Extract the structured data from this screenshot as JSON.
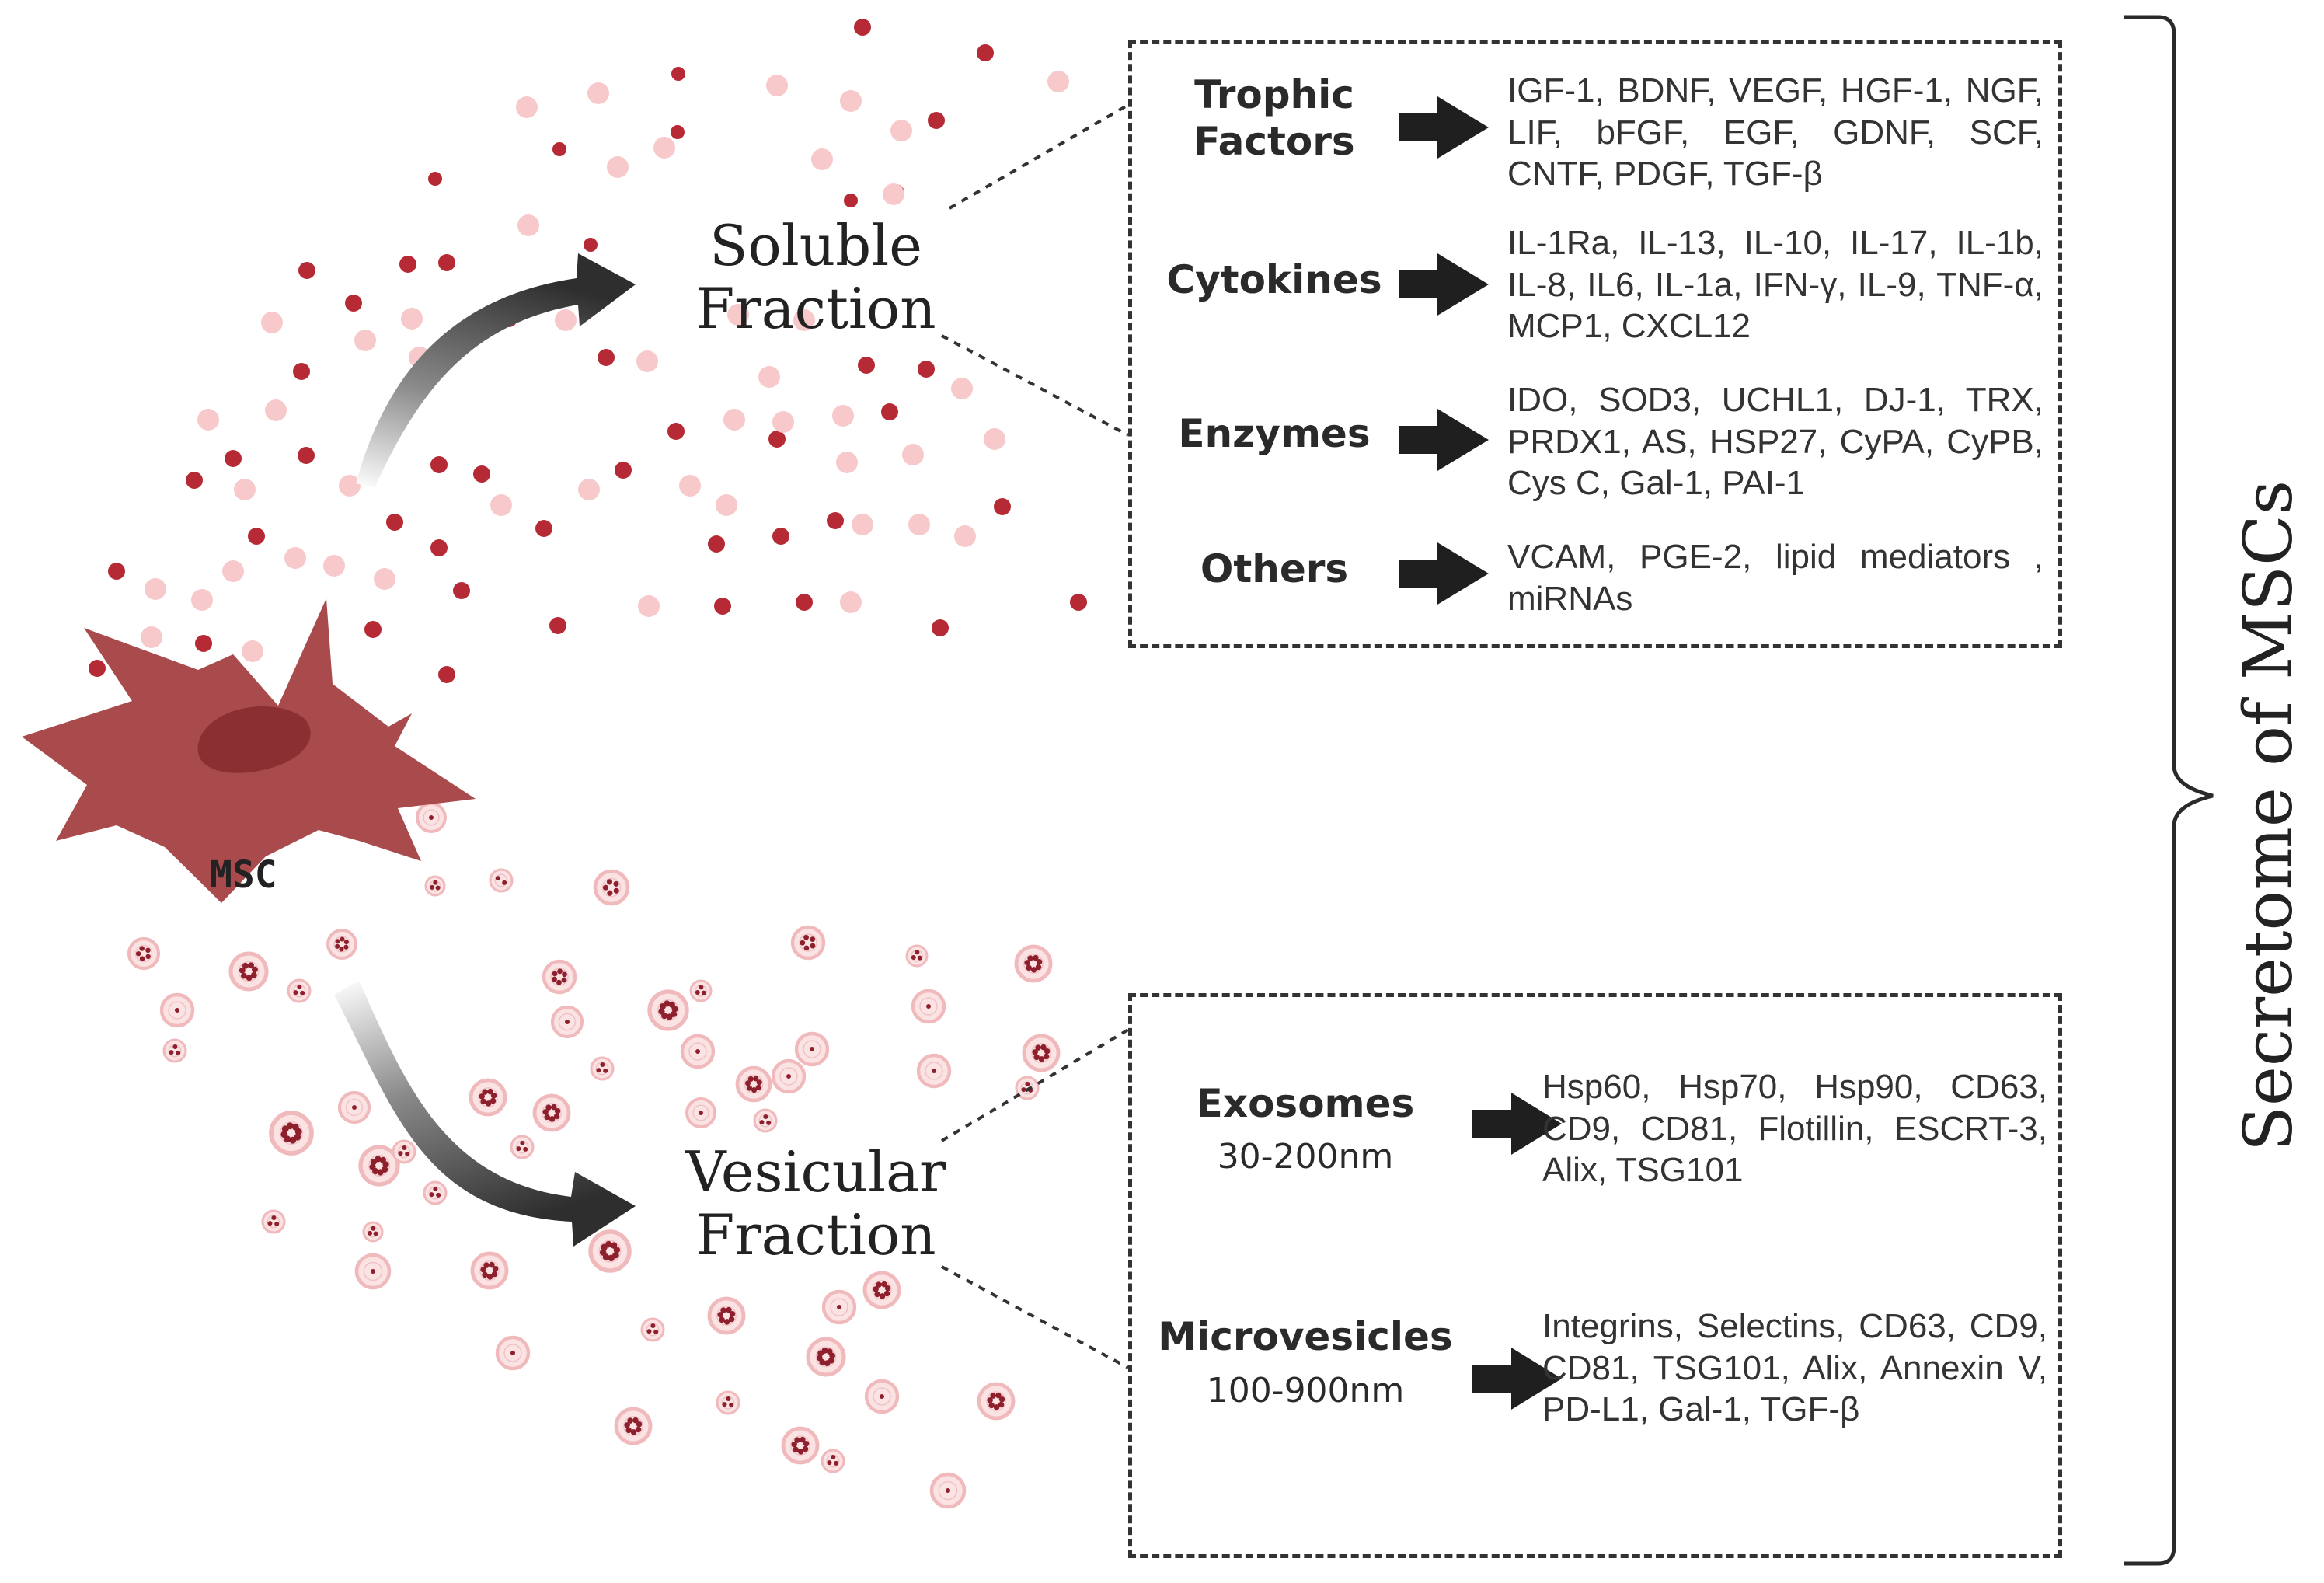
{
  "cell_label": "MSC",
  "secretome_title": "Secretome of MSCs",
  "soluble": {
    "title": "Soluble\nFraction",
    "categories": [
      {
        "name": "Trophic\nFactors",
        "items": "IGF-1, BDNF, VEGF, HGF-1, NGF, LIF, bFGF, EGF, GDNF, SCF, CNTF, PDGF, TGF-β"
      },
      {
        "name": "Cytokines",
        "items": "IL-1Ra, IL-13, IL-10, IL-17, IL-1b, IL-8, IL6, IL-1a, IFN-γ, IL-9, TNF-α, MCP1, CXCL12"
      },
      {
        "name": "Enzymes",
        "items": "IDO, SOD3, UCHL1, DJ-1, TRX, PRDX1, AS, HSP27, CyPA, CyPB, Cys C, Gal-1, PAI-1"
      },
      {
        "name": "Others",
        "items": "VCAM, PGE-2, lipid mediators , miRNAs"
      }
    ]
  },
  "vesicular": {
    "title": "Vesicular\nFraction",
    "categories": [
      {
        "name": "Exosomes",
        "size": "30-200nm",
        "items": "Hsp60, Hsp70, Hsp90, CD63, CD9, CD81, Flotillin, ESCRT-3, Alix, TSG101"
      },
      {
        "name": "Microvesicles",
        "size": "100-900nm",
        "items": "Integrins, Selectins, CD63, CD9, CD81, TSG101, Alix, Annexin V, PD-L1, Gal-1, TGF-β"
      }
    ]
  },
  "colors": {
    "cell": "#a94a4c",
    "nucleus": "#8b2f33",
    "dot_dark": "#b52a34",
    "dot_light": "#f7c9cb",
    "vesicle_fill": "#fbe3e4",
    "vesicle_ring": "#f0b9bc",
    "vesicle_core": "#8e1f2c",
    "arrow": "#333333",
    "border": "#333333"
  }
}
